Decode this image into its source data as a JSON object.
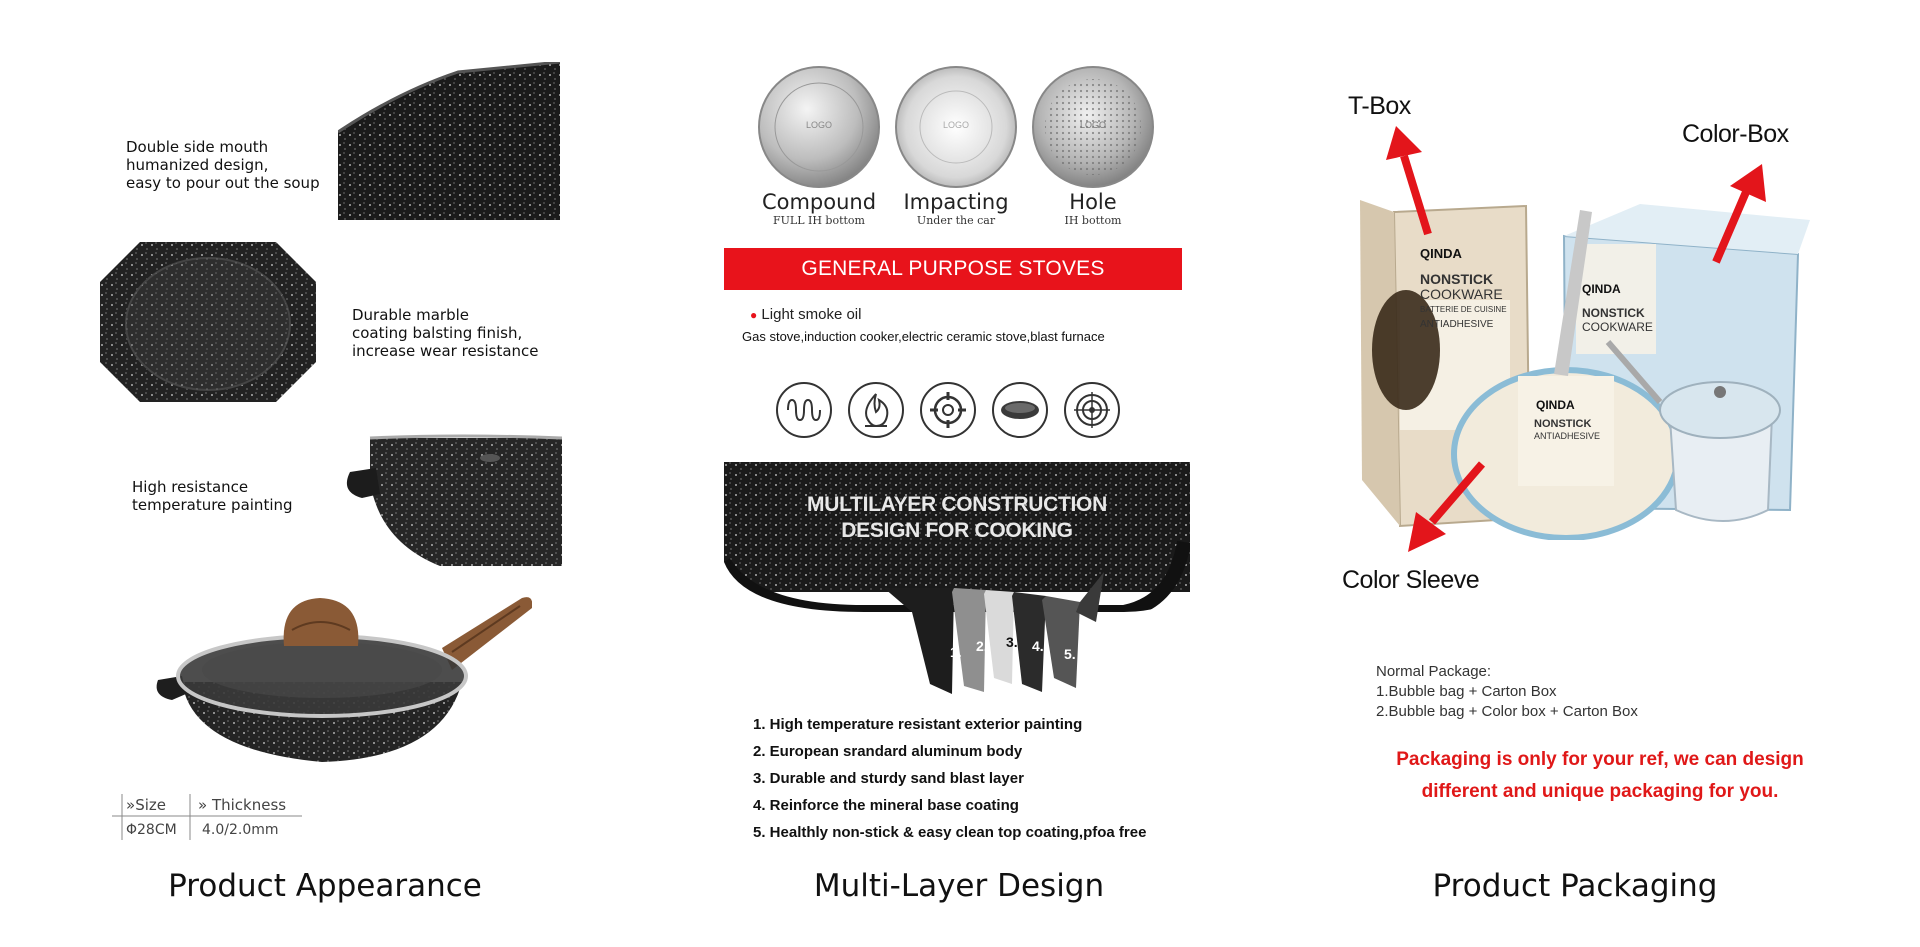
{
  "appearance": {
    "feature_1": [
      "Double side mouth",
      "humanized design,",
      "easy to pour out the soup"
    ],
    "feature_2": [
      "Durable marble",
      "coating balsting finish,",
      "increase wear resistance"
    ],
    "feature_3": [
      "High resistance",
      "temperature painting"
    ],
    "specs": {
      "size_header": "Size",
      "thickness_header": "Thickness",
      "size_value": "Φ28CM",
      "thickness_value": "4.0/2.0mm"
    },
    "caption": "Product Appearance"
  },
  "multilayer": {
    "bottoms": [
      {
        "label": "Compound",
        "sub": "FULL IH bottom",
        "logo": "LOGO"
      },
      {
        "label": "Impacting",
        "sub": "Under the car",
        "logo": "LOGO"
      },
      {
        "label": "Hole",
        "sub": "IH bottom",
        "logo": "LOGO"
      }
    ],
    "banner": "GENERAL PURPOSE STOVES",
    "smoke_note": "Light smoke oil",
    "stoves_line": "Gas stove,induction cooker,electric ceramic stove,blast furnace",
    "stove_icons": [
      "electric-coil-icon",
      "gas-flame-icon",
      "gas-burner-icon",
      "ceramic-plate-icon",
      "induction-icon"
    ],
    "construction_title": [
      "MULTILAYER CONSTRUCTION",
      "DESIGN FOR COOKING"
    ],
    "layer_numbers": [
      "1.",
      "2.",
      "3.",
      "4.",
      "5."
    ],
    "layers": [
      "1. High temperature resistant exterior painting",
      "2. European srandard aluminum body",
      "3. Durable and sturdy sand blast layer",
      "4. Reinforce the mineral base coating",
      "5. Healthly non-stick & easy clean top coating,pfoa free"
    ],
    "caption": "Multi-Layer Design"
  },
  "packaging": {
    "t_box": "T-Box",
    "color_box": "Color-Box",
    "color_sleeve": "Color Sleeve",
    "brand": "QINDA",
    "box_text": [
      "NONSTICK",
      "COOKWARE",
      "BATTERIE DE CUISINE",
      "ANTIADHESIVE"
    ],
    "package_title": "Normal Package:",
    "package_1": "1.Bubble bag + Carton Box",
    "package_2": "2.Bubble bag + Color box + Carton Box",
    "notice": [
      "Packaging is only for your ref, we can design",
      "different and unique packaging for you."
    ],
    "caption": "Product Packaging"
  },
  "colors": {
    "banner_red": "#e8131b",
    "notice_red": "#e01818",
    "arrow_red": "#e3151b",
    "box_blue": "#bcd9ec"
  }
}
